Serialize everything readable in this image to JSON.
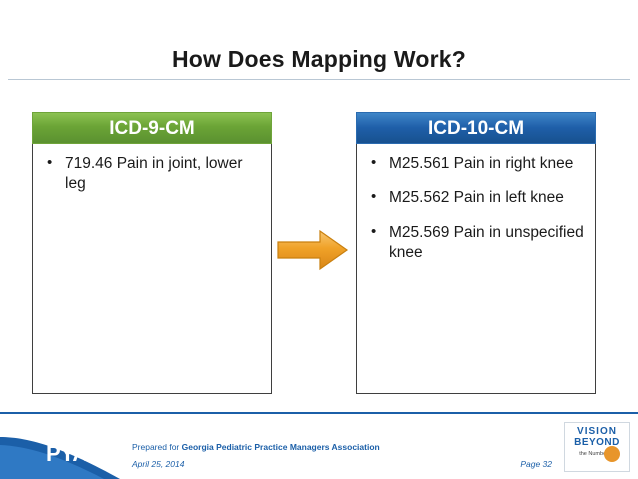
{
  "slide": {
    "title": "How Does Mapping Work?",
    "columns": [
      {
        "id": "icd9",
        "header": "ICD-9-CM",
        "header_color": "#6ba436",
        "bullets": [
          "719.46 Pain in joint, lower leg"
        ]
      },
      {
        "id": "icd10",
        "header": "ICD-10-CM",
        "header_color": "#1f5fa9",
        "bullets": [
          "M25.561 Pain in right knee",
          "M25.562 Pain in left knee",
          "M25.569 Pain in unspecified knee"
        ]
      }
    ],
    "arrow": {
      "name": "right-arrow-icon",
      "color": "#f0a228"
    },
    "footer": {
      "logo_text": "PYA",
      "prepared_prefix": "Prepared for ",
      "prepared_org": "Georgia Pediatric Practice Managers Association",
      "date": "April 25, 2014",
      "page": "Page 32",
      "badge_line1": "VISION",
      "badge_line2": "BEYOND",
      "badge_line3": "the Numbers®",
      "accent_color": "#1b5fa8"
    }
  }
}
